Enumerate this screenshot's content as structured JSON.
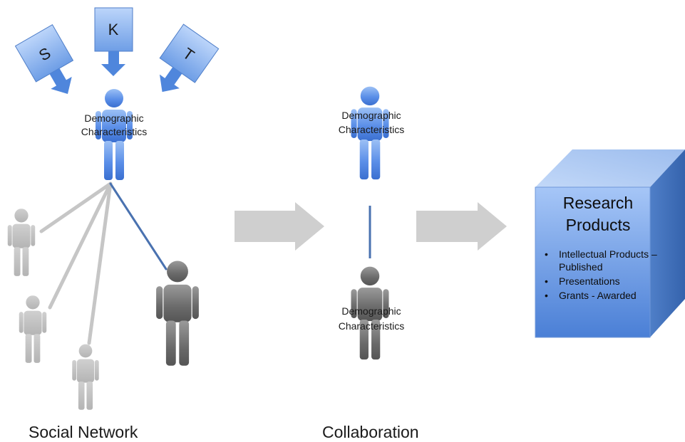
{
  "inputs": [
    {
      "letter": "S"
    },
    {
      "letter": "K"
    },
    {
      "letter": "T"
    }
  ],
  "person_label": [
    "Demographic",
    "Characteristics"
  ],
  "captions": {
    "social_network": "Social Network",
    "collaboration": "Collaboration"
  },
  "research_box": {
    "title_line1": "Research",
    "title_line2": "Products",
    "items": [
      "Intellectual Products – Published",
      "Presentations",
      "Grants - Awarded"
    ]
  },
  "colors": {
    "blue_person": "#5b8fe8",
    "dark_person": "#737373",
    "light_person": "#c8c8c8",
    "arrow_gray": "#cfcfcf",
    "box_front": "#5d90e0",
    "link_line": "#4a72b0"
  }
}
